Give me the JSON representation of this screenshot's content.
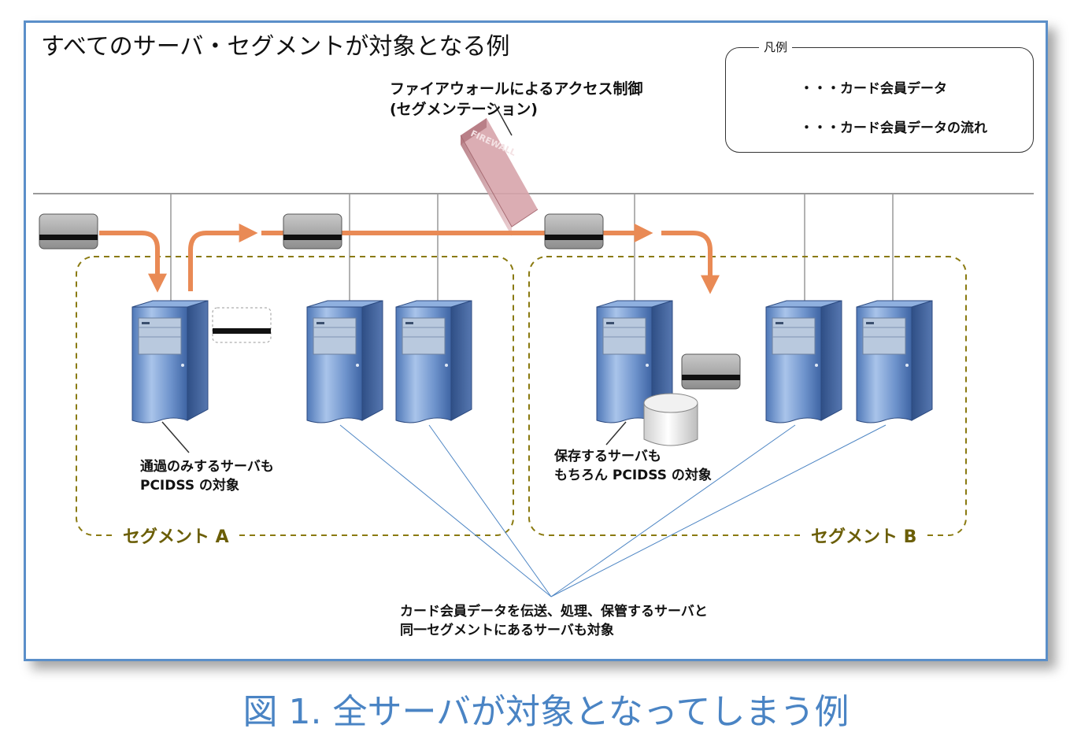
{
  "diagram": {
    "title": "すべてのサーバ・セグメントが対象となる例",
    "firewall": {
      "label": "ファイアウォールによるアクセス制御\n(セグメンテーション)",
      "box_text": "FIREWALL"
    },
    "legend": {
      "title": "凡例",
      "card_item": "・・・カード会員データ",
      "flow_item": "・・・カード会員データの流れ"
    },
    "segments": {
      "a": "セグメント A",
      "b": "セグメント B"
    },
    "notes": {
      "pass_through": "通過のみするサーバも\nPCIDSS の対象",
      "storage": "保存するサーバも\nもちろん PCIDSS の対象",
      "same_segment": "カード会員データを伝送、処理、保管するサーバと\n同一セグメントにあるサーバも対象"
    }
  },
  "caption": "図 1. 全サーバが対象となってしまう例",
  "colors": {
    "frame": "#5b8fc9",
    "flow_arrow": "#e98a55",
    "segment_border": "#8a7a10",
    "segment_text": "#6b5e07",
    "caption": "#4a84c4",
    "server_blue": "#5f86c4",
    "firewall": "#c98f97"
  }
}
